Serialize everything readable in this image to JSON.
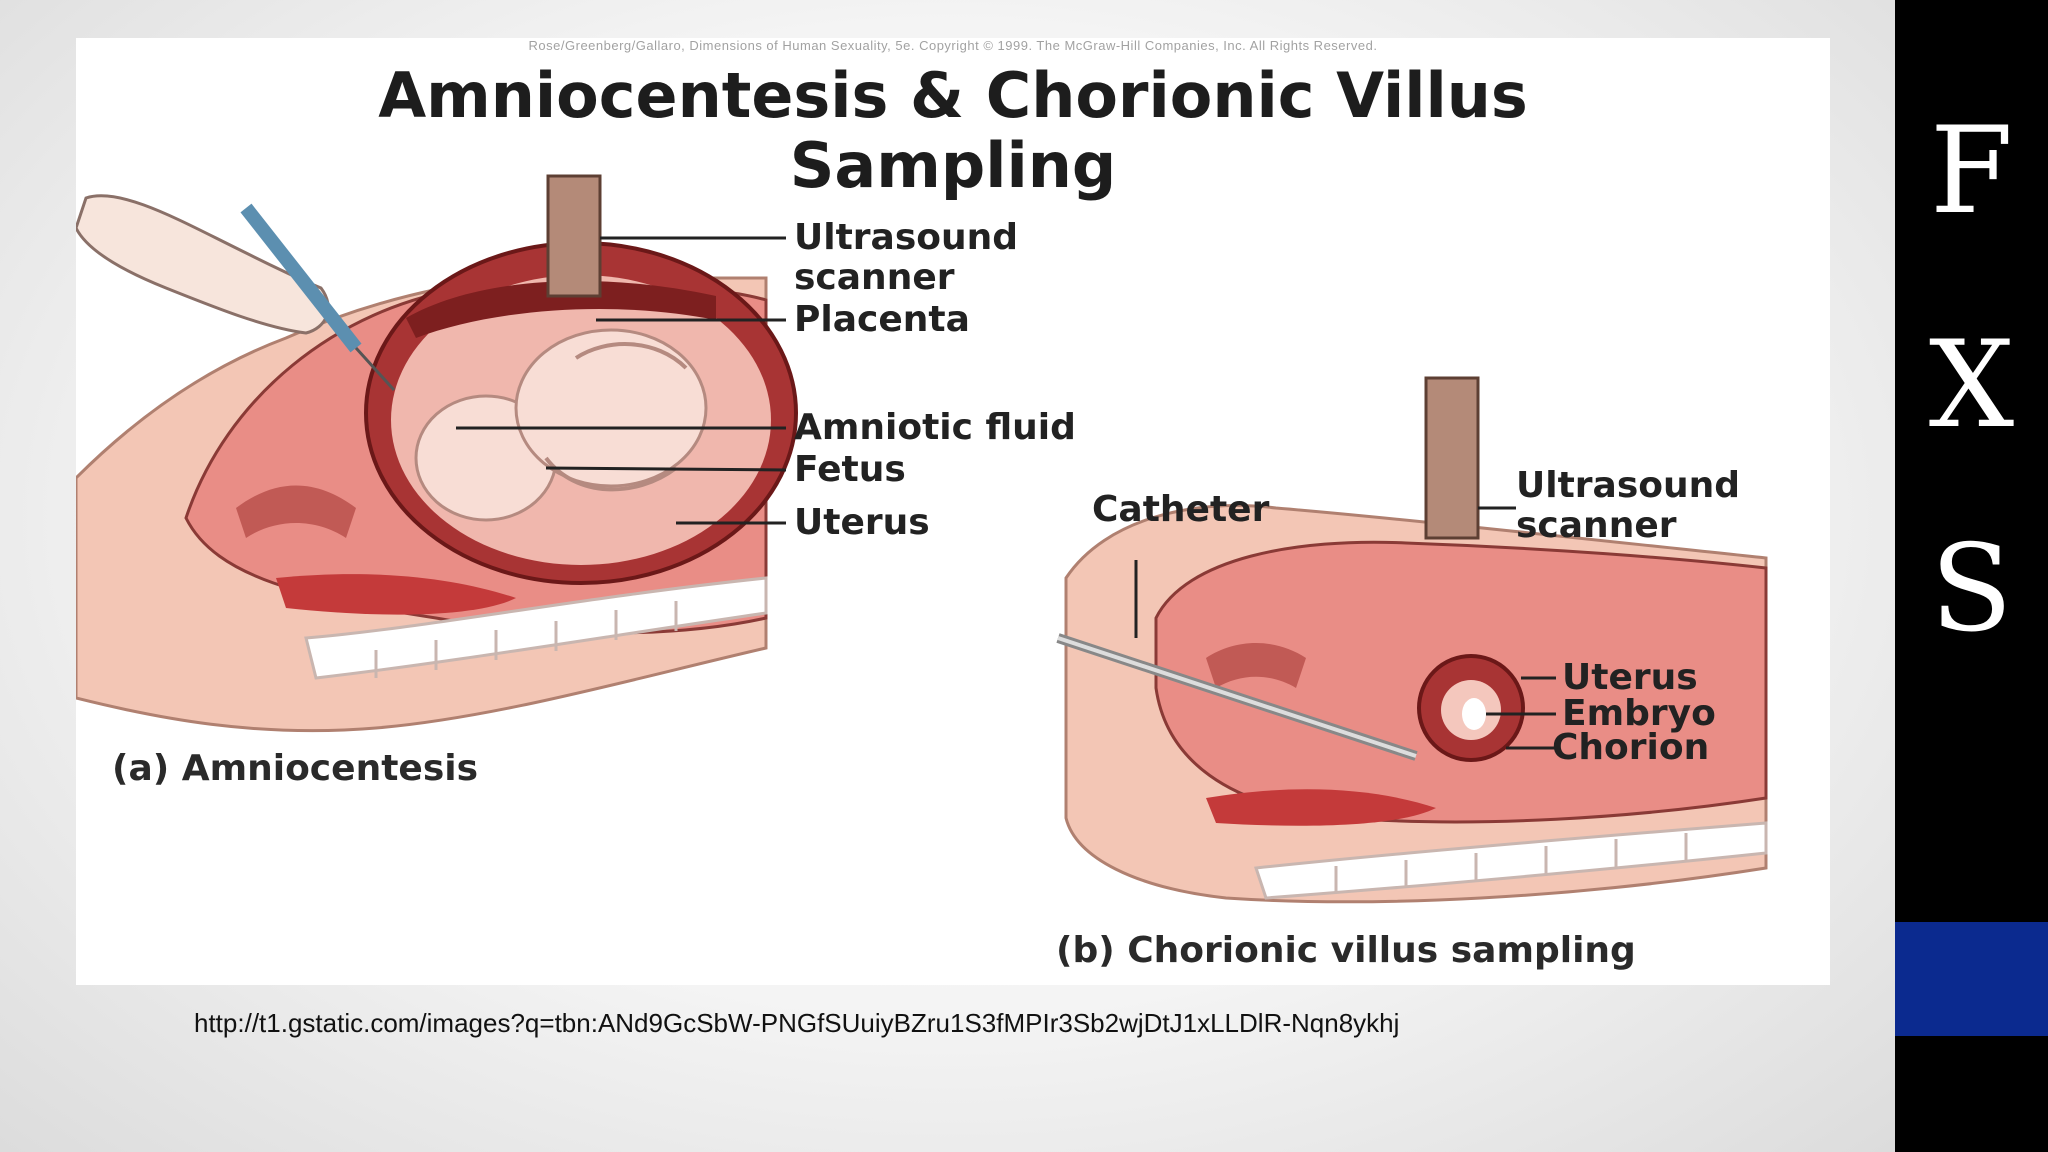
{
  "figure": {
    "credit": "Rose/Greenberg/Gallaro, Dimensions of Human Sexuality, 5e. Copyright © 1999. The McGraw-Hill Companies, Inc. All Rights Reserved.",
    "title_line1": "Amniocentesis & Chorionic Villus",
    "title_line2": "Sampling",
    "panel_a": {
      "labels": [
        "Ultrasound\nscanner",
        "Placenta",
        "Amniotic fluid",
        "Fetus",
        "Uterus"
      ],
      "caption": "(a)  Amniocentesis"
    },
    "panel_b": {
      "catheter": "Catheter",
      "scanner": "Ultrasound\nscanner",
      "labels": [
        "Uterus",
        "Embryo",
        "Chorion"
      ],
      "caption": "(b) Chorionic villus sampling"
    }
  },
  "source_url": "http://t1.gstatic.com/images?q=tbn:ANd9GcSbW-PNGfSUuiyBZru1S3fMPIr3Sb2wjDtJ1xLLDlR-Nqn8ykhj",
  "sidebar": {
    "letters": [
      "F",
      "X",
      "S"
    ],
    "accent_color": "#0b2a8f"
  }
}
